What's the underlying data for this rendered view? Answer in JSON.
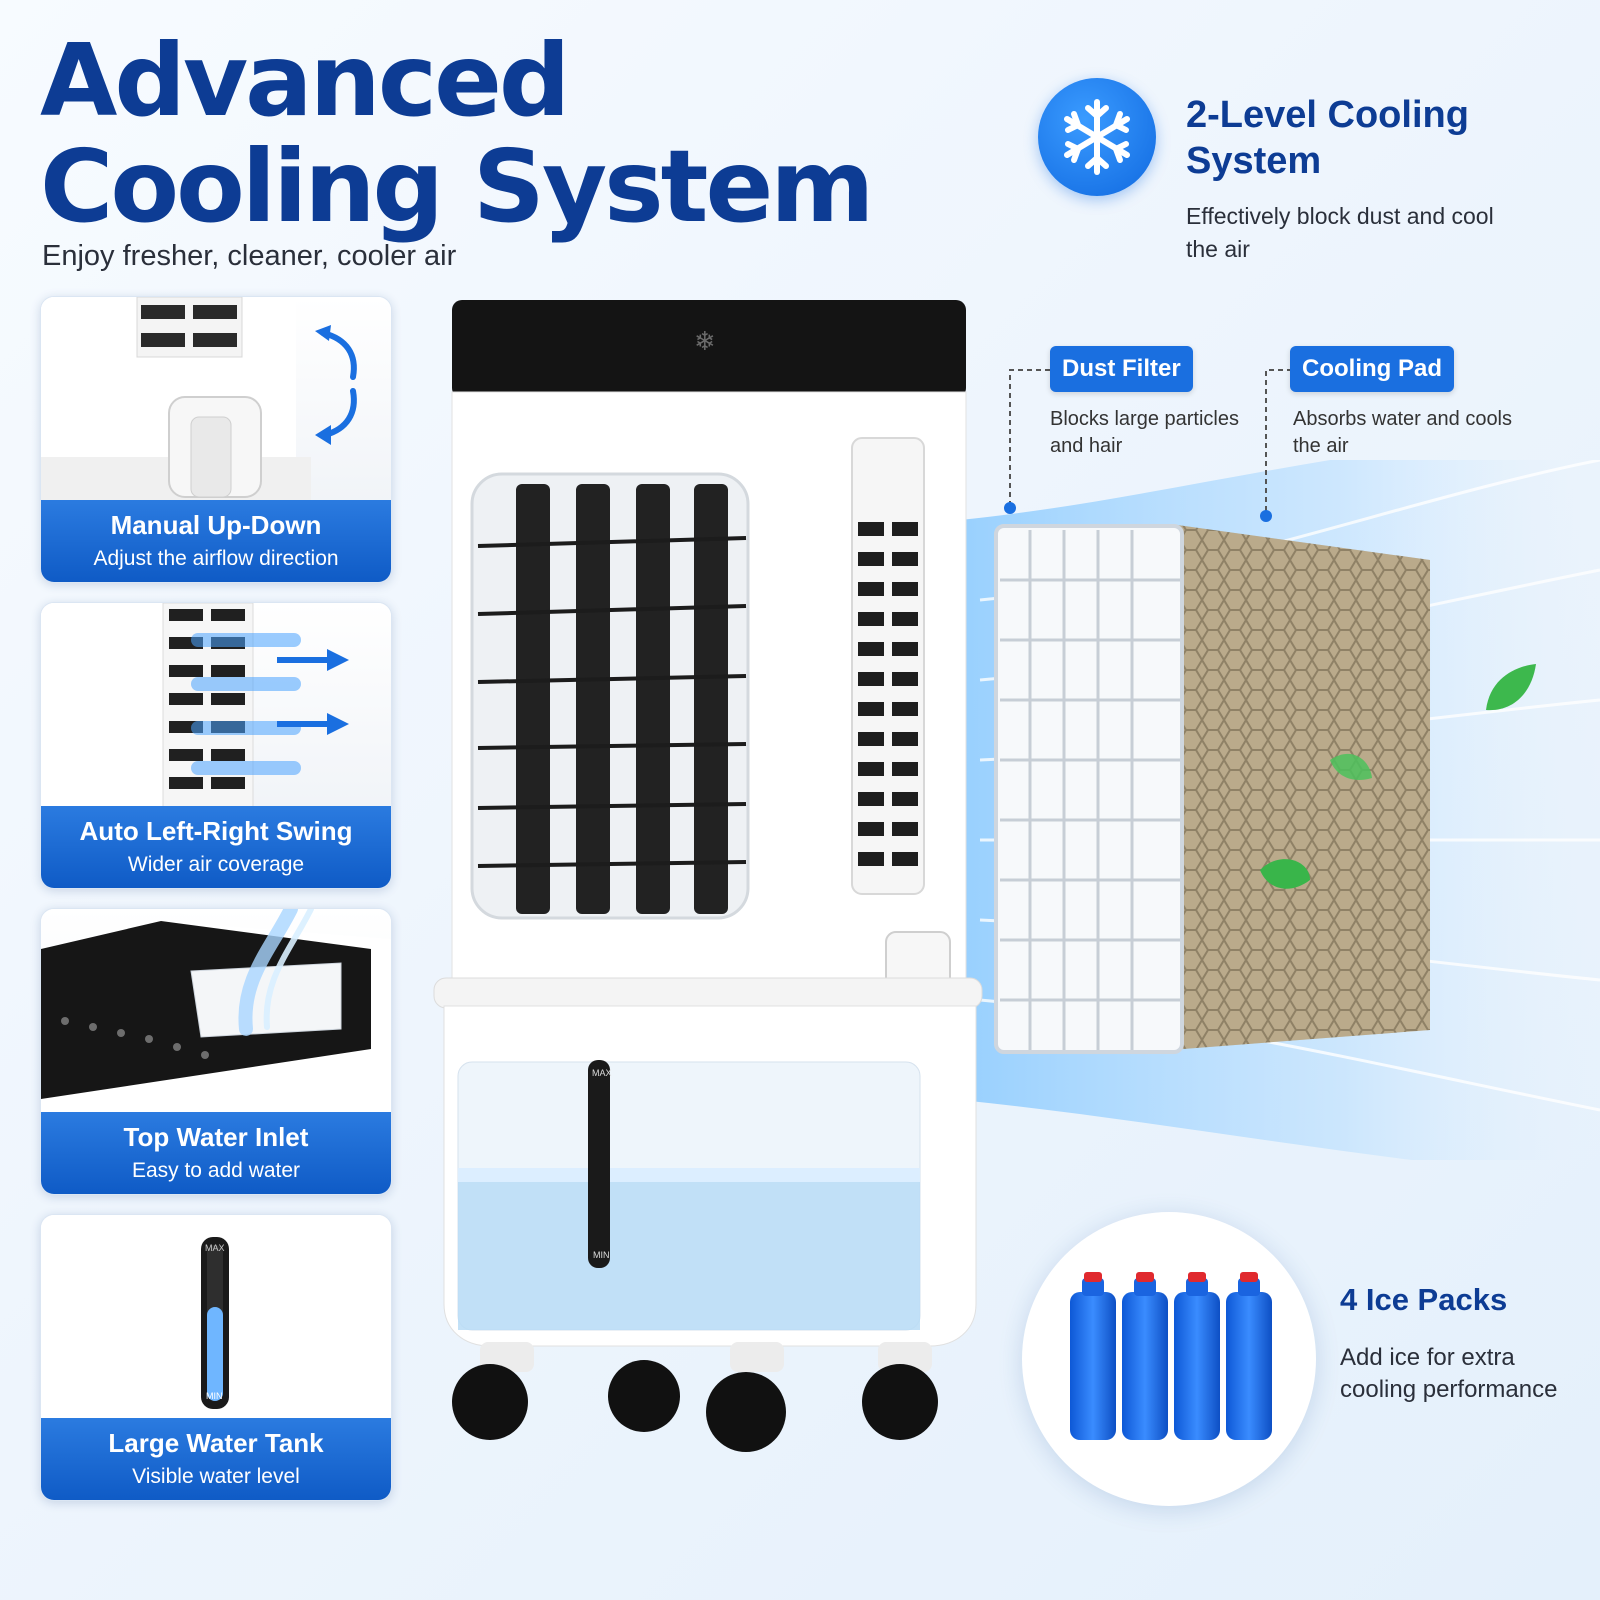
{
  "headline": {
    "title": "Advanced Cooling System",
    "subtitle": "Enjoy fresher, cleaner, cooler air"
  },
  "features": [
    {
      "title": "Manual Up-Down",
      "desc": "Adjust the airflow direction"
    },
    {
      "title": "Auto Left-Right Swing",
      "desc": "Wider air coverage"
    },
    {
      "title": "Top Water Inlet",
      "desc": "Easy to add water"
    },
    {
      "title": "Large Water Tank",
      "desc": "Visible water level"
    }
  ],
  "cooling_system": {
    "title": "2-Level Cooling System",
    "desc": "Effectively block dust and cool the air"
  },
  "dust_filter": {
    "label": "Dust Filter",
    "desc": "Blocks large particles and hair"
  },
  "cooling_pad": {
    "label": "Cooling Pad",
    "desc": "Absorbs water and cools the air"
  },
  "ice_packs": {
    "title": "4 Ice Packs",
    "desc": "Add ice for extra cooling performance"
  },
  "tank_marks": {
    "max": "MAX",
    "min": "MIN"
  },
  "colors": {
    "brand_blue": "#1a6fe0",
    "title_navy": "#0d3c94",
    "pad_tan": "#c9a165",
    "cooler_white": "#ffffff",
    "cooler_black": "#151515"
  },
  "icons": [
    "snowflake-icon",
    "curved-arrow-up-icon",
    "curved-arrow-down-icon",
    "arrow-right-icon",
    "leaf-icon"
  ]
}
